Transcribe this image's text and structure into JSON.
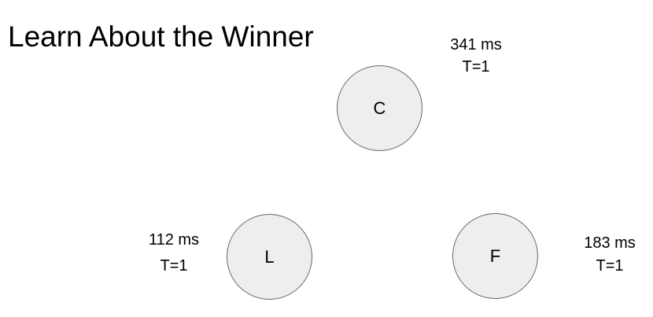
{
  "page": {
    "title": "Learn About the Winner"
  },
  "colors": {
    "page_bg": "#ffffff",
    "node_fill": "#eeeeee",
    "node_border": "#666666",
    "text": "#000000"
  },
  "diagram": {
    "nodes": [
      {
        "id": "C",
        "letter": "C",
        "latency": "341 ms",
        "temperature": "T=1"
      },
      {
        "id": "L",
        "letter": "L",
        "latency": "112 ms",
        "temperature": "T=1"
      },
      {
        "id": "F",
        "letter": "F",
        "latency": "183 ms",
        "temperature": "T=1"
      }
    ]
  }
}
